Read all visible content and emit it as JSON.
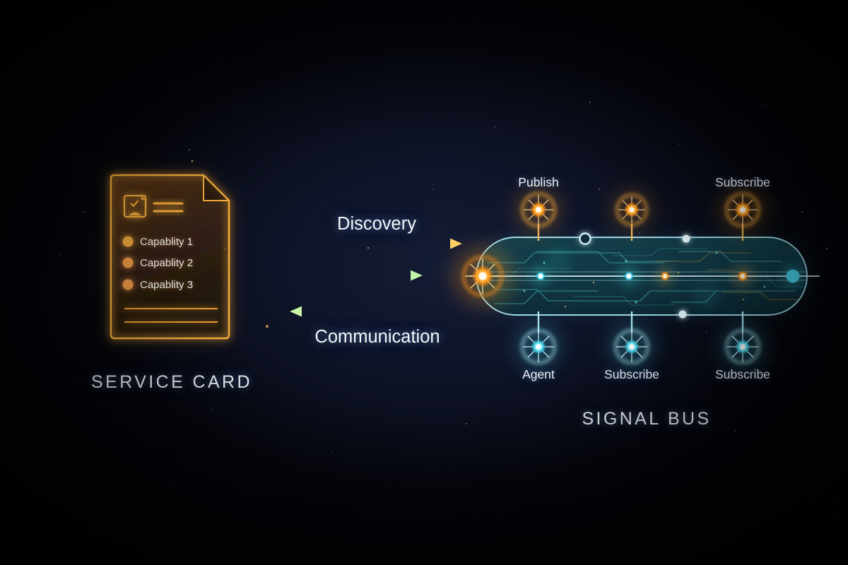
{
  "diagram": {
    "background_color": "#0d1328",
    "edge_color": "#020308"
  },
  "service_card": {
    "title": "SERVICE CARD",
    "accent_color": "#f5a623",
    "header_icon": "id-badge-icon",
    "header_lines": 2,
    "capabilities": [
      {
        "label": "Capablity 1",
        "bullet_color": "#f0a93c"
      },
      {
        "label": "Capablity 2",
        "bullet_color": "#ef9a45"
      },
      {
        "label": "Capablity 3",
        "bullet_color": "#ef9a45"
      }
    ],
    "footer_lines": 2
  },
  "flows": [
    {
      "label": "Discovery",
      "direction": "right",
      "color_start": "#c8821f",
      "color_end": "#ffd166"
    },
    {
      "label": "",
      "direction": "right",
      "color_start": "#2f7d6a",
      "color_end": "#b7f2a8"
    },
    {
      "label": "Communication",
      "direction": "left",
      "color_start": "#4fd8e8",
      "color_end": "#c6f5a5"
    }
  ],
  "signal_bus": {
    "title": "SIGNAL BUS",
    "capsule_color": "#8fd6e4",
    "fill_color": "#10313c",
    "source_node": {
      "name": "bus-source-node",
      "color": "#ffa52b"
    },
    "top_nodes": [
      {
        "label": "Publish",
        "color": "#ffb13d"
      },
      {
        "label": "",
        "color": "#ffb13d"
      },
      {
        "label": "Subscribe",
        "color": "#ffb13d"
      }
    ],
    "bottom_nodes": [
      {
        "label": "Agent",
        "color": "#7ff0ff"
      },
      {
        "label": "Subscribe",
        "color": "#7ff0ff"
      },
      {
        "label": "Subscribe",
        "color": "#7ff0ff"
      }
    ],
    "inline_nodes": [
      {
        "name": "bus-node-cyan-1",
        "color": "#63f2e4"
      },
      {
        "name": "bus-node-cyan-2",
        "color": "#63f2e4"
      },
      {
        "name": "bus-node-amber-1",
        "color": "#ffcc70"
      },
      {
        "name": "bus-node-amber-2",
        "color": "#ffcc70"
      },
      {
        "name": "bus-node-cyan-end",
        "color": "#46d8ee"
      }
    ],
    "rail_nodes": [
      {
        "name": "bus-rail-node-top-ring",
        "color": "#bfe6f5"
      },
      {
        "name": "bus-rail-node-top-solid",
        "color": "#dff4ff"
      },
      {
        "name": "bus-rail-node-bottom",
        "color": "#dff4ff"
      }
    ]
  }
}
